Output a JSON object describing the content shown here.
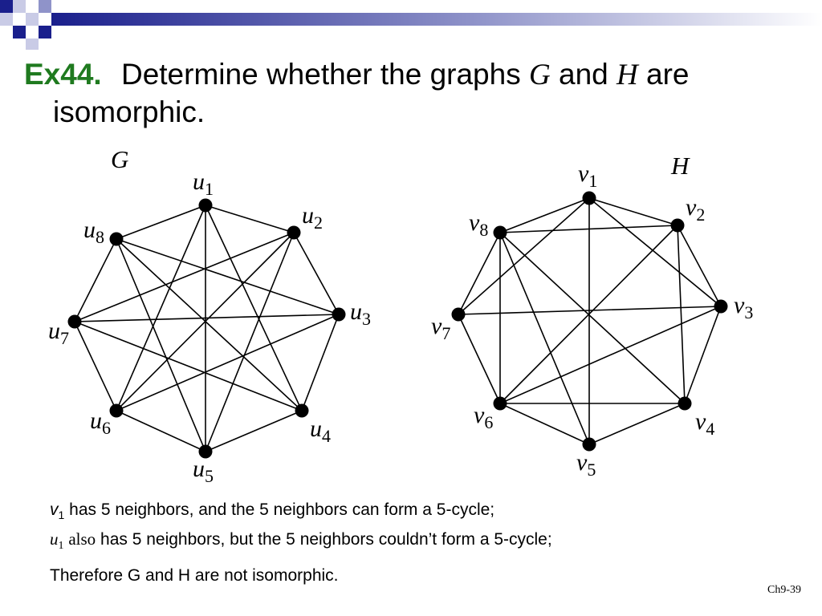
{
  "slide": {
    "ex_label": "Ex44.",
    "title_part1": "Determine whether the graphs",
    "title_var_g": "G",
    "title_and": "and",
    "title_var_h": "H",
    "title_part2": "are",
    "title_line2": "isomorphic.",
    "graph_g_label": "G",
    "graph_h_label": "H",
    "note1_var": "v",
    "note1_sub": "1",
    "note1_text": "has 5   neighbors, and the 5 neighbors can form a 5-cycle;",
    "note2_var": "u",
    "note2_sub": "1",
    "note2_also": "also",
    "note2_text": "has 5  neighbors, but the 5 neighbors couldn’t form a 5-cycle;",
    "note3_text": "Therefore G and H are not isomorphic.",
    "footer": "Ch9-39"
  },
  "graphs": {
    "G": {
      "vertices": [
        {
          "id": "u1",
          "name": "u",
          "sub": "1"
        },
        {
          "id": "u2",
          "name": "u",
          "sub": "2"
        },
        {
          "id": "u3",
          "name": "u",
          "sub": "3"
        },
        {
          "id": "u4",
          "name": "u",
          "sub": "4"
        },
        {
          "id": "u5",
          "name": "u",
          "sub": "5"
        },
        {
          "id": "u6",
          "name": "u",
          "sub": "6"
        },
        {
          "id": "u7",
          "name": "u",
          "sub": "7"
        },
        {
          "id": "u8",
          "name": "u",
          "sub": "8"
        }
      ],
      "edges": [
        [
          "u1",
          "u2"
        ],
        [
          "u2",
          "u3"
        ],
        [
          "u3",
          "u4"
        ],
        [
          "u4",
          "u5"
        ],
        [
          "u5",
          "u6"
        ],
        [
          "u6",
          "u7"
        ],
        [
          "u7",
          "u8"
        ],
        [
          "u8",
          "u1"
        ],
        [
          "u1",
          "u4"
        ],
        [
          "u1",
          "u5"
        ],
        [
          "u1",
          "u6"
        ],
        [
          "u2",
          "u5"
        ],
        [
          "u2",
          "u6"
        ],
        [
          "u2",
          "u7"
        ],
        [
          "u3",
          "u7"
        ],
        [
          "u3",
          "u8"
        ],
        [
          "u3",
          "u6"
        ],
        [
          "u4",
          "u8"
        ],
        [
          "u4",
          "u7"
        ],
        [
          "u5",
          "u8"
        ]
      ]
    },
    "H": {
      "vertices": [
        {
          "id": "v1",
          "name": "v",
          "sub": "1"
        },
        {
          "id": "v2",
          "name": "v",
          "sub": "2"
        },
        {
          "id": "v3",
          "name": "v",
          "sub": "3"
        },
        {
          "id": "v4",
          "name": "v",
          "sub": "4"
        },
        {
          "id": "v5",
          "name": "v",
          "sub": "5"
        },
        {
          "id": "v6",
          "name": "v",
          "sub": "6"
        },
        {
          "id": "v7",
          "name": "v",
          "sub": "7"
        },
        {
          "id": "v8",
          "name": "v",
          "sub": "8"
        }
      ],
      "edges": [
        [
          "v1",
          "v2"
        ],
        [
          "v2",
          "v3"
        ],
        [
          "v3",
          "v4"
        ],
        [
          "v4",
          "v5"
        ],
        [
          "v5",
          "v6"
        ],
        [
          "v6",
          "v7"
        ],
        [
          "v7",
          "v8"
        ],
        [
          "v8",
          "v1"
        ],
        [
          "v1",
          "v3"
        ],
        [
          "v1",
          "v5"
        ],
        [
          "v1",
          "v7"
        ],
        [
          "v2",
          "v8"
        ],
        [
          "v2",
          "v6"
        ],
        [
          "v2",
          "v4"
        ],
        [
          "v3",
          "v7"
        ],
        [
          "v3",
          "v6"
        ],
        [
          "v4",
          "v8"
        ],
        [
          "v4",
          "v6"
        ],
        [
          "v8",
          "v6"
        ],
        [
          "v8",
          "v5"
        ]
      ]
    }
  }
}
